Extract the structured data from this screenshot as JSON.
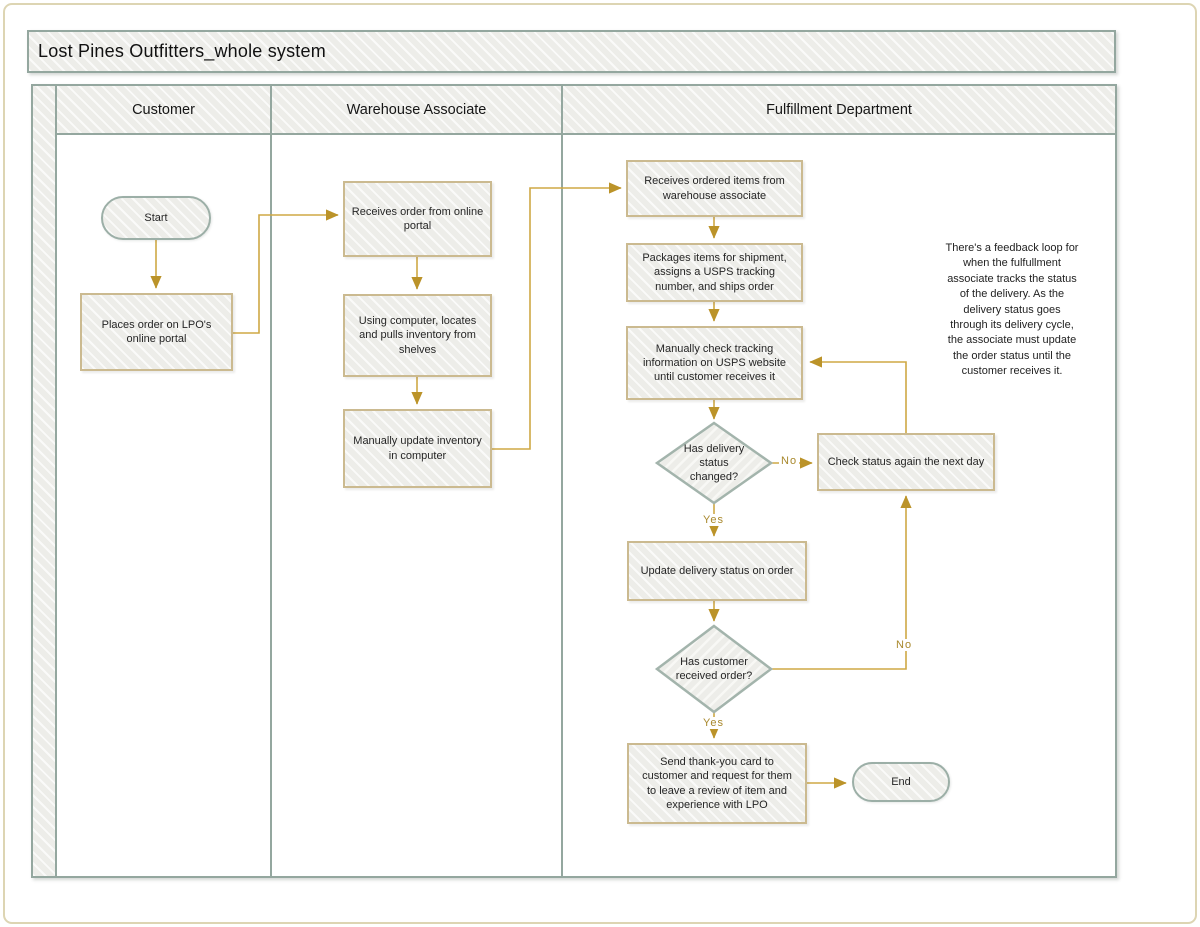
{
  "title": "Lost Pines Outfitters_whole system",
  "lanes": [
    {
      "label": "Customer"
    },
    {
      "label": "Warehouse Associate"
    },
    {
      "label": "Fulfillment Department"
    }
  ],
  "nodes": {
    "start": {
      "type": "terminator",
      "label": "Start"
    },
    "places_order": {
      "type": "process",
      "label": "Places order on LPO's\nonline portal"
    },
    "receives_order": {
      "type": "process",
      "label": "Receives order from online\nportal"
    },
    "using_computer": {
      "type": "process",
      "label": "Using computer, locates\nand pulls inventory from\nshelves"
    },
    "manually_update": {
      "type": "process",
      "label": "Manually update inventory\nin computer"
    },
    "receives_items": {
      "type": "process",
      "label": "Receives ordered items from\nwarehouse associate"
    },
    "packages_items": {
      "type": "process",
      "label": "Packages items for shipment,\nassigns a USPS tracking\nnumber, and ships order"
    },
    "manually_check": {
      "type": "process",
      "label": "Manually check tracking\ninformation on USPS website\nuntil customer receives it"
    },
    "has_delivery_changed": {
      "type": "decision",
      "label": "Has delivery\nstatus\nchanged?"
    },
    "check_status": {
      "type": "process",
      "label": "Check status again the next day"
    },
    "update_status": {
      "type": "process",
      "label": "Update delivery status on order"
    },
    "has_customer_received": {
      "type": "decision",
      "label": "Has customer\nreceived order?"
    },
    "send_card": {
      "type": "process",
      "label": "Send thank-you card to\ncustomer and request for them\nto leave a review of item and\nexperience with LPO"
    },
    "end": {
      "type": "terminator",
      "label": "End"
    }
  },
  "edge_labels": {
    "no_delivery": "No",
    "yes_delivery": "Yes",
    "no_received": "No",
    "yes_received": "Yes"
  },
  "annotation": "There's a feedback loop for\nwhen the fulfullment\nassociate tracks the status\nof the delivery. As the\ndelivery status goes\nthrough its delivery cycle,\nthe associate must update\nthe order status until the\ncustomer receives it.",
  "colors": {
    "connector": "#cfa845",
    "arrowhead": "#bb9329",
    "edge_label": "#a8882c",
    "process_border": "#cbba90",
    "terminator_border": "#9cafa7",
    "decision_border": "#a3b4ac",
    "lane_border": "#94a79f",
    "shape_fill": "#edede9",
    "page_border": "#ddd5b3"
  }
}
